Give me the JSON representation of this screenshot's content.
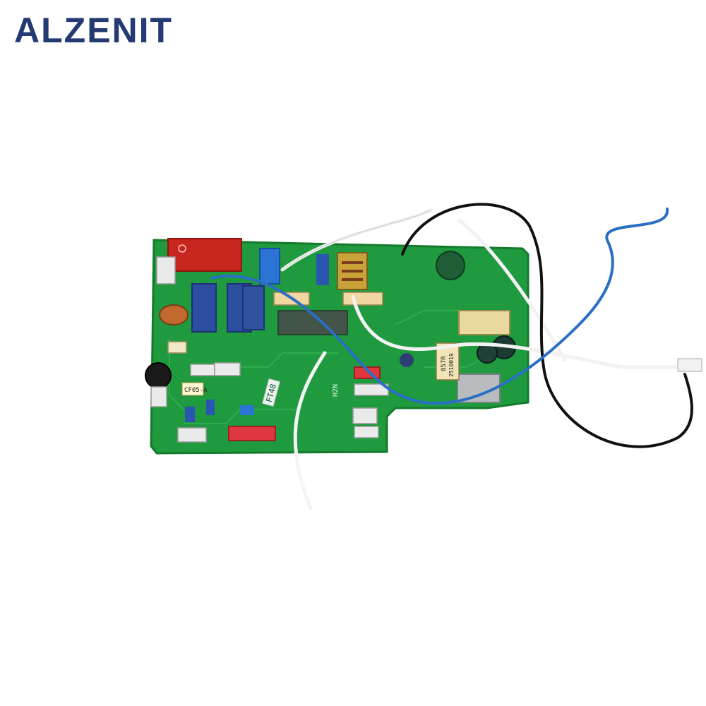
{
  "brand": {
    "name": "ALZENIT",
    "color": "#233a72"
  },
  "board": {
    "pcb_color": "#1f9a3e",
    "labels": {
      "chip_label": "CF05-A",
      "tag_label": "FT48",
      "ic_label": "057R",
      "ic_code": "2510019",
      "model_label": "H2N"
    }
  },
  "wires": {
    "blue": "#2a6fc4",
    "black": "#111111",
    "white": "#f2f2f2"
  }
}
